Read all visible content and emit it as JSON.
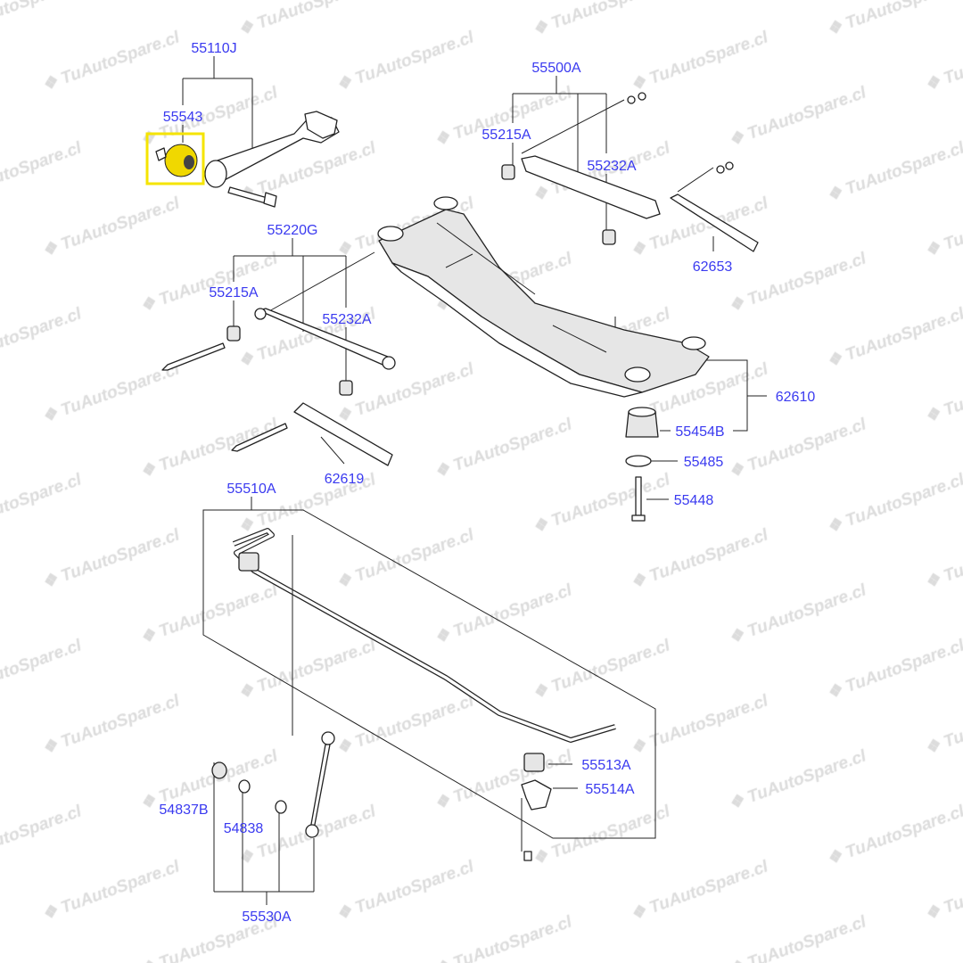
{
  "watermark": "TuAutoSpare.cl",
  "highlight_color": "#f5e400",
  "label_color": "#3a3af0",
  "labels": {
    "p55110J": "55110J",
    "p55543": "55543",
    "p55500A": "55500A",
    "p55215A_top": "55215A",
    "p55232A_top": "55232A",
    "p62653": "62653",
    "p55220G": "55220G",
    "p55215A_left": "55215A",
    "p55232A_left": "55232A",
    "p62610": "62610",
    "p55454B": "55454B",
    "p55485": "55485",
    "p55448": "55448",
    "p62619": "62619",
    "p55510A": "55510A",
    "p55513A": "55513A",
    "p55514A": "55514A",
    "p54837B": "54837B",
    "p54838": "54838",
    "p55530A": "55530A"
  }
}
